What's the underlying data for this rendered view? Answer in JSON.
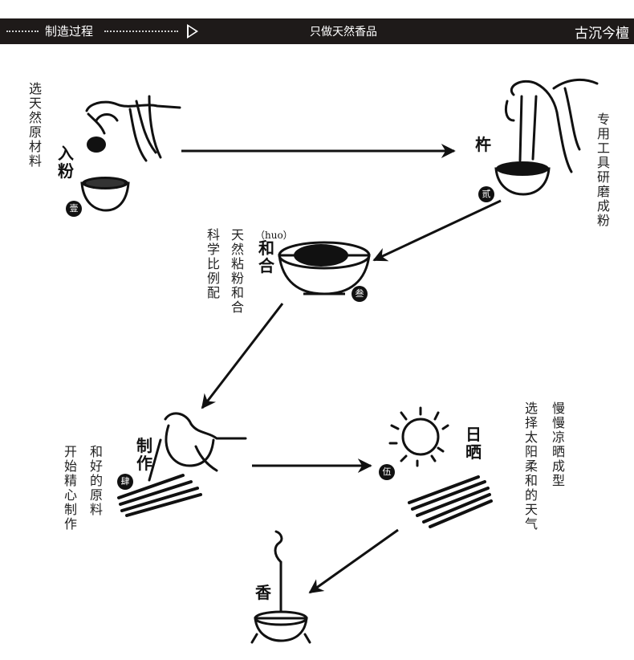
{
  "header": {
    "left_title": "制造过程",
    "center_title": "只做天然香品",
    "right_title": "古沉今檀"
  },
  "steps": [
    {
      "number": "壹",
      "label": "入粉",
      "caption": "选天然原材料"
    },
    {
      "number": "贰",
      "label": "杵",
      "caption": "专用工具研磨成粉"
    },
    {
      "number": "叁",
      "label": "和合",
      "pinyin": "（huo）",
      "caption_a": "天然粘粉和合",
      "caption_b": "科学比例配"
    },
    {
      "number": "肆",
      "label": "制作",
      "caption_a": "和好的原料",
      "caption_b": "开始精心制作"
    },
    {
      "number": "伍",
      "label": "日晒",
      "caption_a": "慢慢凉晒成型",
      "caption_b": "选择太阳柔和的天气"
    },
    {
      "number": "",
      "label": "香",
      "caption": ""
    }
  ],
  "colors": {
    "header_bg": "#1e1a19",
    "ink": "#111111"
  },
  "icons": [
    "hand-icon",
    "bowl-icon",
    "pestle-icon",
    "powder-bowl-icon",
    "hand-rolling-icon",
    "sun-icon",
    "incense-sticks-icon",
    "incense-burner-icon",
    "arrow-icon"
  ]
}
